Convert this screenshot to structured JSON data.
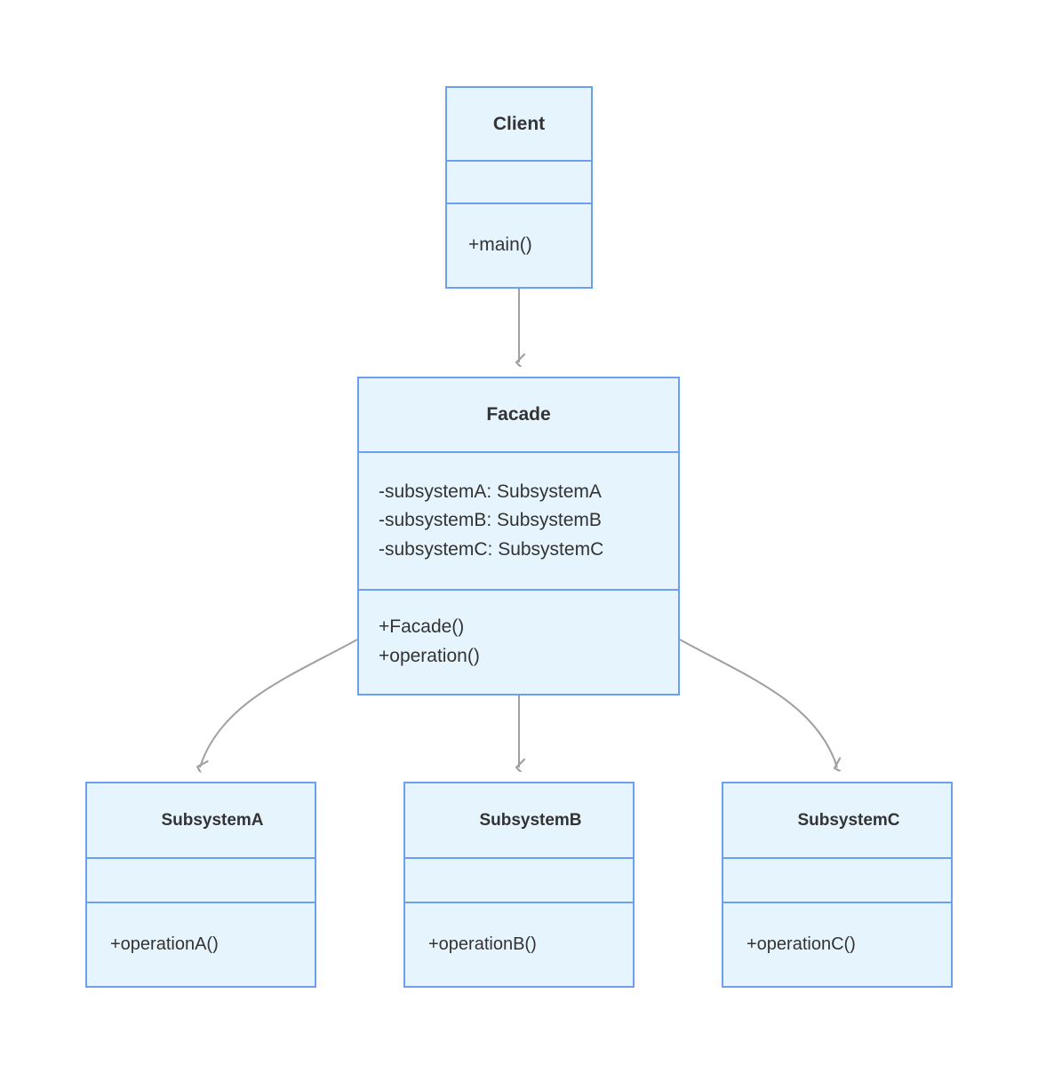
{
  "diagram": {
    "type": "uml-class-diagram",
    "pattern": "Facade",
    "background_color": "#ffffff",
    "box_fill_color": "#e6f4fd",
    "box_border_color": "#6c9ff0",
    "text_color": "#333333",
    "connector_color": "#a0a0a0"
  },
  "classes": {
    "client": {
      "name": "Client",
      "attributes": [],
      "methods": [
        "+main()"
      ]
    },
    "facade": {
      "name": "Facade",
      "attributes": [
        "-subsystemA: SubsystemA",
        "-subsystemB: SubsystemB",
        "-subsystemC: SubsystemC"
      ],
      "methods": [
        "+Facade()",
        "+operation()"
      ]
    },
    "subsystem_a": {
      "name": "SubsystemA",
      "attributes": [],
      "methods": [
        "+operationA()"
      ]
    },
    "subsystem_b": {
      "name": "SubsystemB",
      "attributes": [],
      "methods": [
        "+operationB()"
      ]
    },
    "subsystem_c": {
      "name": "SubsystemC",
      "attributes": [],
      "methods": [
        "+operationC()"
      ]
    }
  },
  "connectors": [
    {
      "name": "client-to-facade",
      "from": "client",
      "to": "facade",
      "style": "straight",
      "arrowhead": "open"
    },
    {
      "name": "facade-to-subsystem-a",
      "from": "facade",
      "to": "subsystem_a",
      "style": "curved",
      "arrowhead": "open"
    },
    {
      "name": "facade-to-subsystem-b",
      "from": "facade",
      "to": "subsystem_b",
      "style": "straight",
      "arrowhead": "open"
    },
    {
      "name": "facade-to-subsystem-c",
      "from": "facade",
      "to": "subsystem_c",
      "style": "curved",
      "arrowhead": "open"
    }
  ]
}
